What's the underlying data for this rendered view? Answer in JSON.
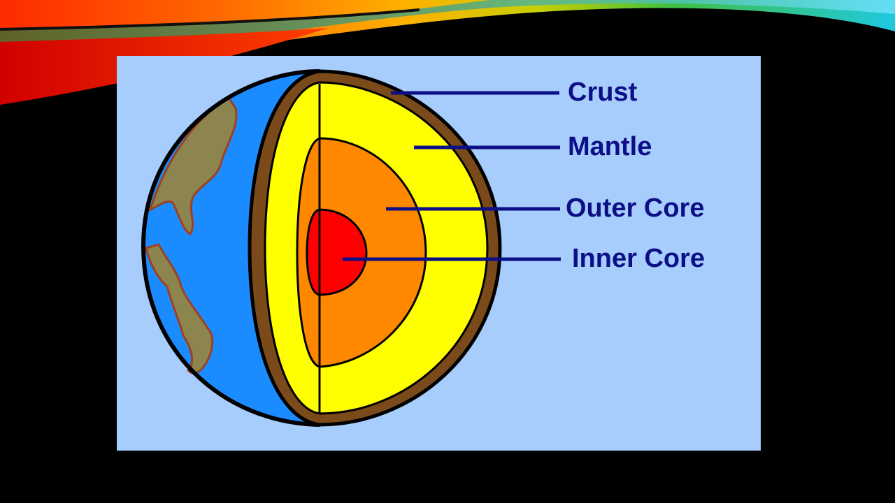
{
  "diagram": {
    "labels": {
      "crust": "Crust",
      "mantle": "Mantle",
      "outer_core": "Outer Core",
      "inner_core": "Inner Core"
    },
    "colors": {
      "background": "#a6cdfc",
      "ocean": "#1a8cff",
      "land": "#8c8550",
      "crust": "#7a4a1a",
      "mantle": "#ffff00",
      "outer_core": "#ff8800",
      "inner_core": "#ff0000",
      "leader_line": "#0d0f86"
    }
  }
}
